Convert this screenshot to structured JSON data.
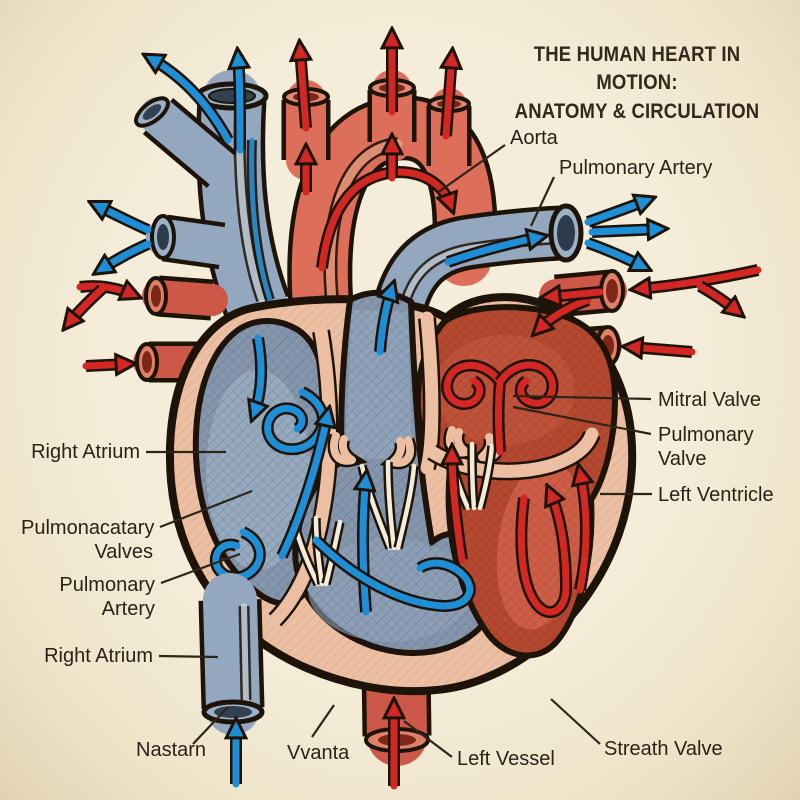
{
  "title": {
    "line1": "THE HUMAN HEART IN MOTION:",
    "line2": "ANATOMY & CIRCULATION"
  },
  "labels": {
    "aorta": "Aorta",
    "pulmonary_artery_right": "Pulmonary Artery",
    "mitral_valve": "Mitral Valve",
    "pulmonary_valve": "Pulmonary Valve",
    "left_ventricle": "Left Ventricle",
    "right_atrium_upper": "Right Atrium",
    "pulmonacatary_valves": "Pulmonacatary Valves",
    "pulmonary_artery_left": "Pulmonary Artery",
    "right_atrium_lower": "Right Atrium",
    "nastarn": "Nastarn",
    "vvanta": "Vvanta",
    "left_vessel": "Left Vessel",
    "streath_valve": "Streath Valve"
  },
  "colors": {
    "background": "#f2ead5",
    "outline": "#1d1309",
    "venous_arrow_blue": "#1e8ed6",
    "arterial_arrow_red": "#d32723",
    "vein_vessel_blue_gray": "#93a8bf",
    "artery_vessel_red": "#d4604c",
    "heart_wall_salmon": "#ecbfa2",
    "chamber_blue_gray": "#8496ad",
    "chamber_red": "#b5482f",
    "chordae_white": "#f2ecd9",
    "text": "#2b2117"
  }
}
